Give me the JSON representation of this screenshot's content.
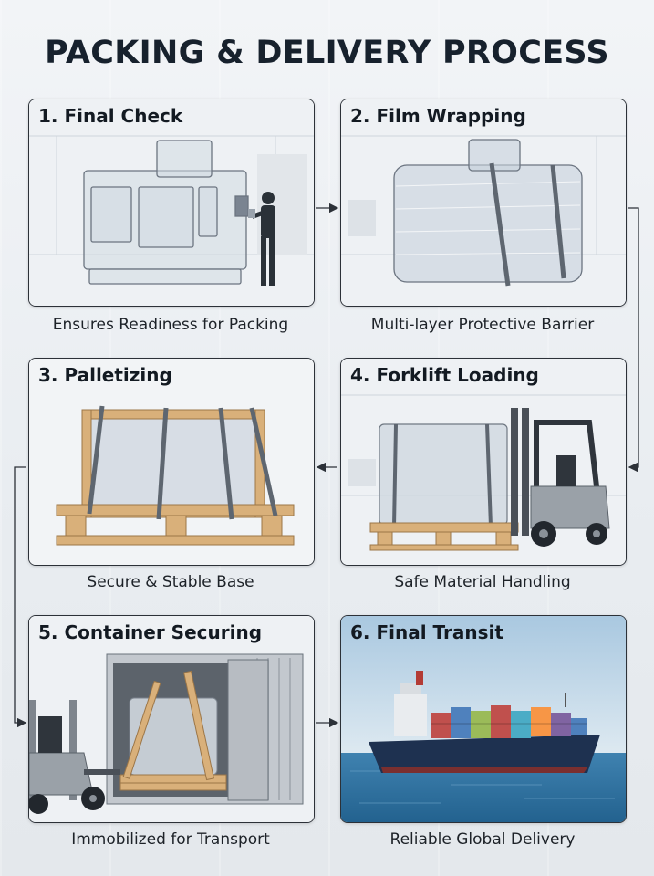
{
  "title": "PACKING & DELIVERY PROCESS",
  "steps": [
    {
      "title": "1. Final Check",
      "caption": "Ensures Readiness for Packing"
    },
    {
      "title": "2. Film Wrapping",
      "caption": "Multi-layer Protective Barrier"
    },
    {
      "title": "3. Palletizing",
      "caption": "Secure & Stable Base"
    },
    {
      "title": "4. Forklift Loading",
      "caption": "Safe Material Handling"
    },
    {
      "title": "5. Container Securing",
      "caption": "Immobilized for Transport"
    },
    {
      "title": "6. Final Transit",
      "caption": "Reliable Global Delivery"
    }
  ],
  "colors": {
    "title": "#17212d",
    "border": "#2c3138",
    "wood": "#d9b07a",
    "sea": "#2a6e9e",
    "hull": "#1e3150"
  },
  "icons": [
    "machine-icon",
    "worker-icon",
    "wrapped-machine-icon",
    "pallet-icon",
    "forklift-icon",
    "container-icon",
    "cargo-ship-icon",
    "arrow-icon"
  ]
}
